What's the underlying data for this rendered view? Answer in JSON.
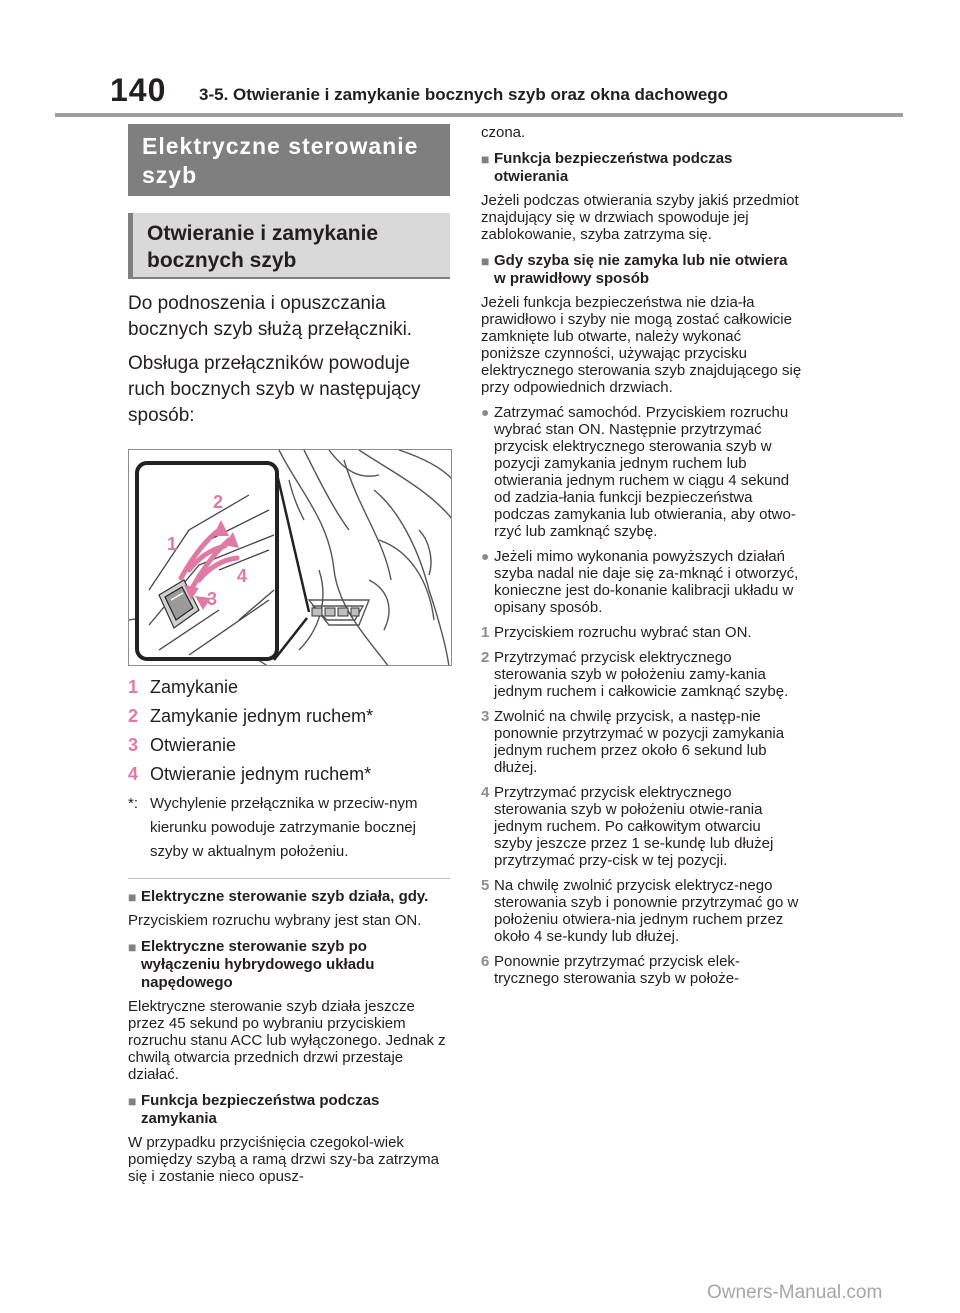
{
  "header": {
    "page_number": "140",
    "running_head": "3-5. Otwieranie i zamykanie bocznych szyb oraz okna dachowego"
  },
  "left": {
    "section_title": "Elektryczne sterowanie szyb",
    "sub_title": "Otwieranie i zamykanie bocznych szyb",
    "intro": [
      "Do podnoszenia i opuszczania bocznych szyb służą przełączniki.",
      "Obsługa przełączników powoduje ruch bocznych szyb w następujący sposób:"
    ],
    "figure_labels": [
      "1",
      "2",
      "3",
      "4"
    ],
    "legend": [
      {
        "num": "1",
        "text": "Zamykanie"
      },
      {
        "num": "2",
        "text": "Zamykanie jednym ruchem*"
      },
      {
        "num": "3",
        "text": "Otwieranie"
      },
      {
        "num": "4",
        "text": "Otwieranie jednym ruchem*"
      }
    ],
    "note_mark": "*:",
    "note_text": "Wychylenie przełącznika w przeciw-nym kierunku powoduje zatrzymanie bocznej szyby w aktualnym położeniu.",
    "notes": [
      {
        "heading": "Elektryczne sterowanie szyb działa, gdy.",
        "body": "Przyciskiem rozruchu wybrany jest stan ON."
      },
      {
        "heading": "Elektryczne sterowanie szyb po wyłączeniu hybrydowego układu napędowego",
        "body": "Elektryczne sterowanie szyb działa jeszcze przez 45 sekund po wybraniu przyciskiem rozruchu stanu ACC lub wyłączonego. Jednak z chwilą otwarcia przednich drzwi przestaje działać."
      },
      {
        "heading": "Funkcja bezpieczeństwa podczas zamykania",
        "body": "W przypadku przyciśnięcia czegokol-wiek pomiędzy szybą a ramą drzwi szy-ba zatrzyma się i zostanie nieco opusz-"
      }
    ]
  },
  "right": {
    "continuation": "czona.",
    "notes": [
      {
        "heading": "Funkcja bezpieczeństwa podczas otwierania",
        "body": "Jeżeli podczas otwierania szyby jakiś przedmiot znajdujący się w drzwiach spowoduje jej zablokowanie, szyba zatrzyma się."
      },
      {
        "heading": "Gdy szyba się nie zamyka lub nie otwiera w prawidłowy sposób",
        "body": "Jeżeli funkcja bezpieczeństwa nie dzia-ła prawidłowo i szyby nie mogą zostać całkowicie zamknięte lub otwarte, należy wykonać poniższe czynności, używając przycisku elektrycznego sterowania szyb znajdującego się przy odpowiednich drzwiach."
      }
    ],
    "bullets": [
      "Zatrzymać samochód. Przyciskiem rozruchu wybrać stan ON. Następnie przytrzymać przycisk elektrycznego sterowania szyb w pozycji zamykania jednym ruchem lub otwierania jednym ruchem w ciągu 4 sekund od zadzia-łania funkcji bezpieczeństwa podczas zamykania lub otwierania, aby otwo-rzyć lub zamknąć szybę.",
      "Jeżeli mimo wykonania powyższych działań szyba nadal nie daje się za-mknąć i otworzyć, konieczne jest do-konanie kalibracji układu w opisany sposób."
    ],
    "steps": [
      {
        "num": "1",
        "text": "Przyciskiem rozruchu wybrać stan ON."
      },
      {
        "num": "2",
        "text": "Przytrzymać przycisk elektrycznego sterowania szyb w położeniu zamy-kania jednym ruchem i całkowicie zamknąć szybę."
      },
      {
        "num": "3",
        "text": "Zwolnić na chwilę przycisk, a następ-nie ponownie przytrzymać w pozycji zamykania jednym ruchem przez około 6 sekund lub dłużej."
      },
      {
        "num": "4",
        "text": "Przytrzymać przycisk elektrycznego sterowania szyb w położeniu otwie-rania jednym ruchem. Po całkowitym otwarciu szyby jeszcze przez 1 se-kundę lub dłużej przytrzymać przy-cisk w tej pozycji."
      },
      {
        "num": "5",
        "text": "Na chwilę zwolnić przycisk elektrycz-nego sterowania szyb i ponownie przytrzymać go w położeniu otwiera-nia jednym ruchem przez około 4 se-kundy lub dłużej."
      },
      {
        "num": "6",
        "text": "Ponownie przytrzymać przycisk elek-trycznego sterowania szyb w położe-"
      }
    ]
  },
  "footer": {
    "url": "Owners-Manual.com"
  },
  "colors": {
    "accent_pink": "#e07aa4",
    "section_gray": "#7f7f7f",
    "sub_gray": "#d9d9d9"
  }
}
